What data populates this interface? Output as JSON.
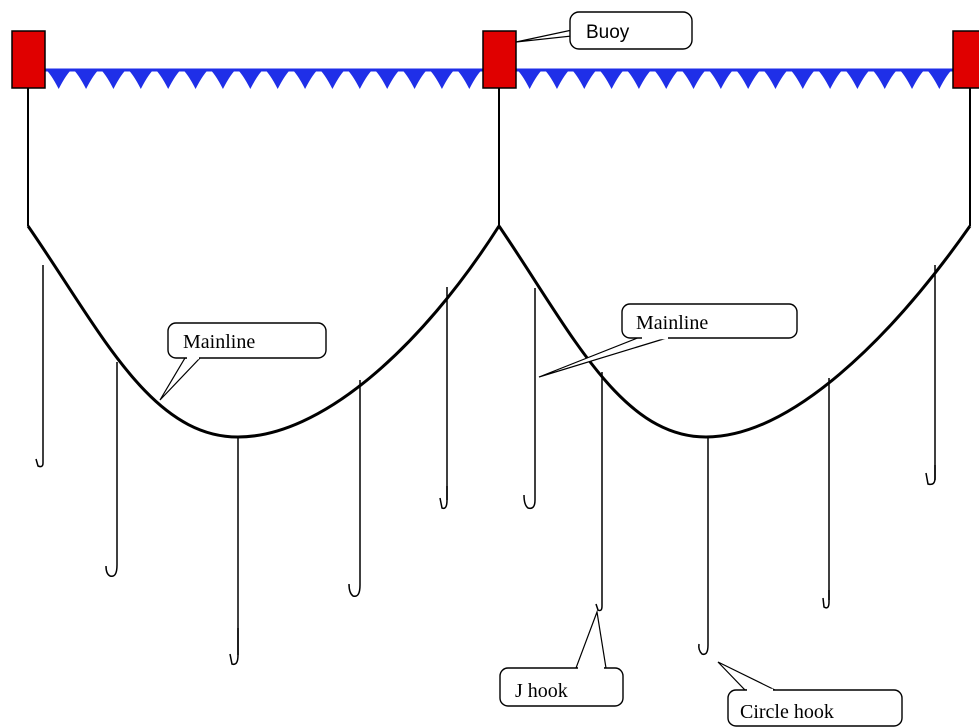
{
  "colors": {
    "buoy": "#e00000",
    "float_line": "#1f2fe8",
    "line": "#000000",
    "background": "#ffffff"
  },
  "labels": {
    "buoy": "Buoy",
    "mainline_left": "Mainline",
    "mainline_right": "Mainline",
    "j_hook": "J hook",
    "circle_hook": "Circle hook"
  }
}
